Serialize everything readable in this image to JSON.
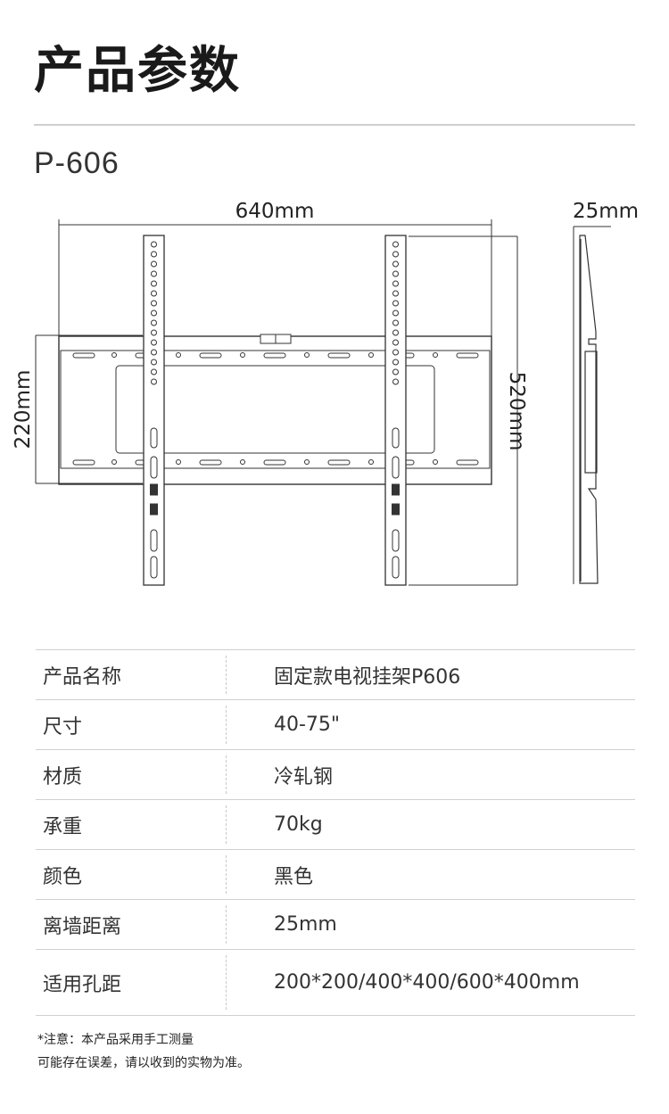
{
  "header": {
    "title": "产品参数",
    "model": "P-606"
  },
  "dimensions": {
    "width": "640mm",
    "depth": "25mm",
    "left_height": "220mm",
    "right_height": "520mm"
  },
  "specs": [
    {
      "label": "产品名称",
      "value": "固定款电视挂架P606"
    },
    {
      "label": "尺寸",
      "value": "40-75\""
    },
    {
      "label": "材质",
      "value": "冷轧钢"
    },
    {
      "label": "承重",
      "value": "70kg"
    },
    {
      "label": "颜色",
      "value": "黑色"
    },
    {
      "label": "离墙距离",
      "value": "25mm"
    },
    {
      "label": "适用孔距",
      "value": "200*200/400*400/600*400mm"
    }
  ],
  "note": {
    "line1": "*注意：本产品采用手工测量",
    "line2": "可能存在误差，请以收到的实物为准。"
  }
}
